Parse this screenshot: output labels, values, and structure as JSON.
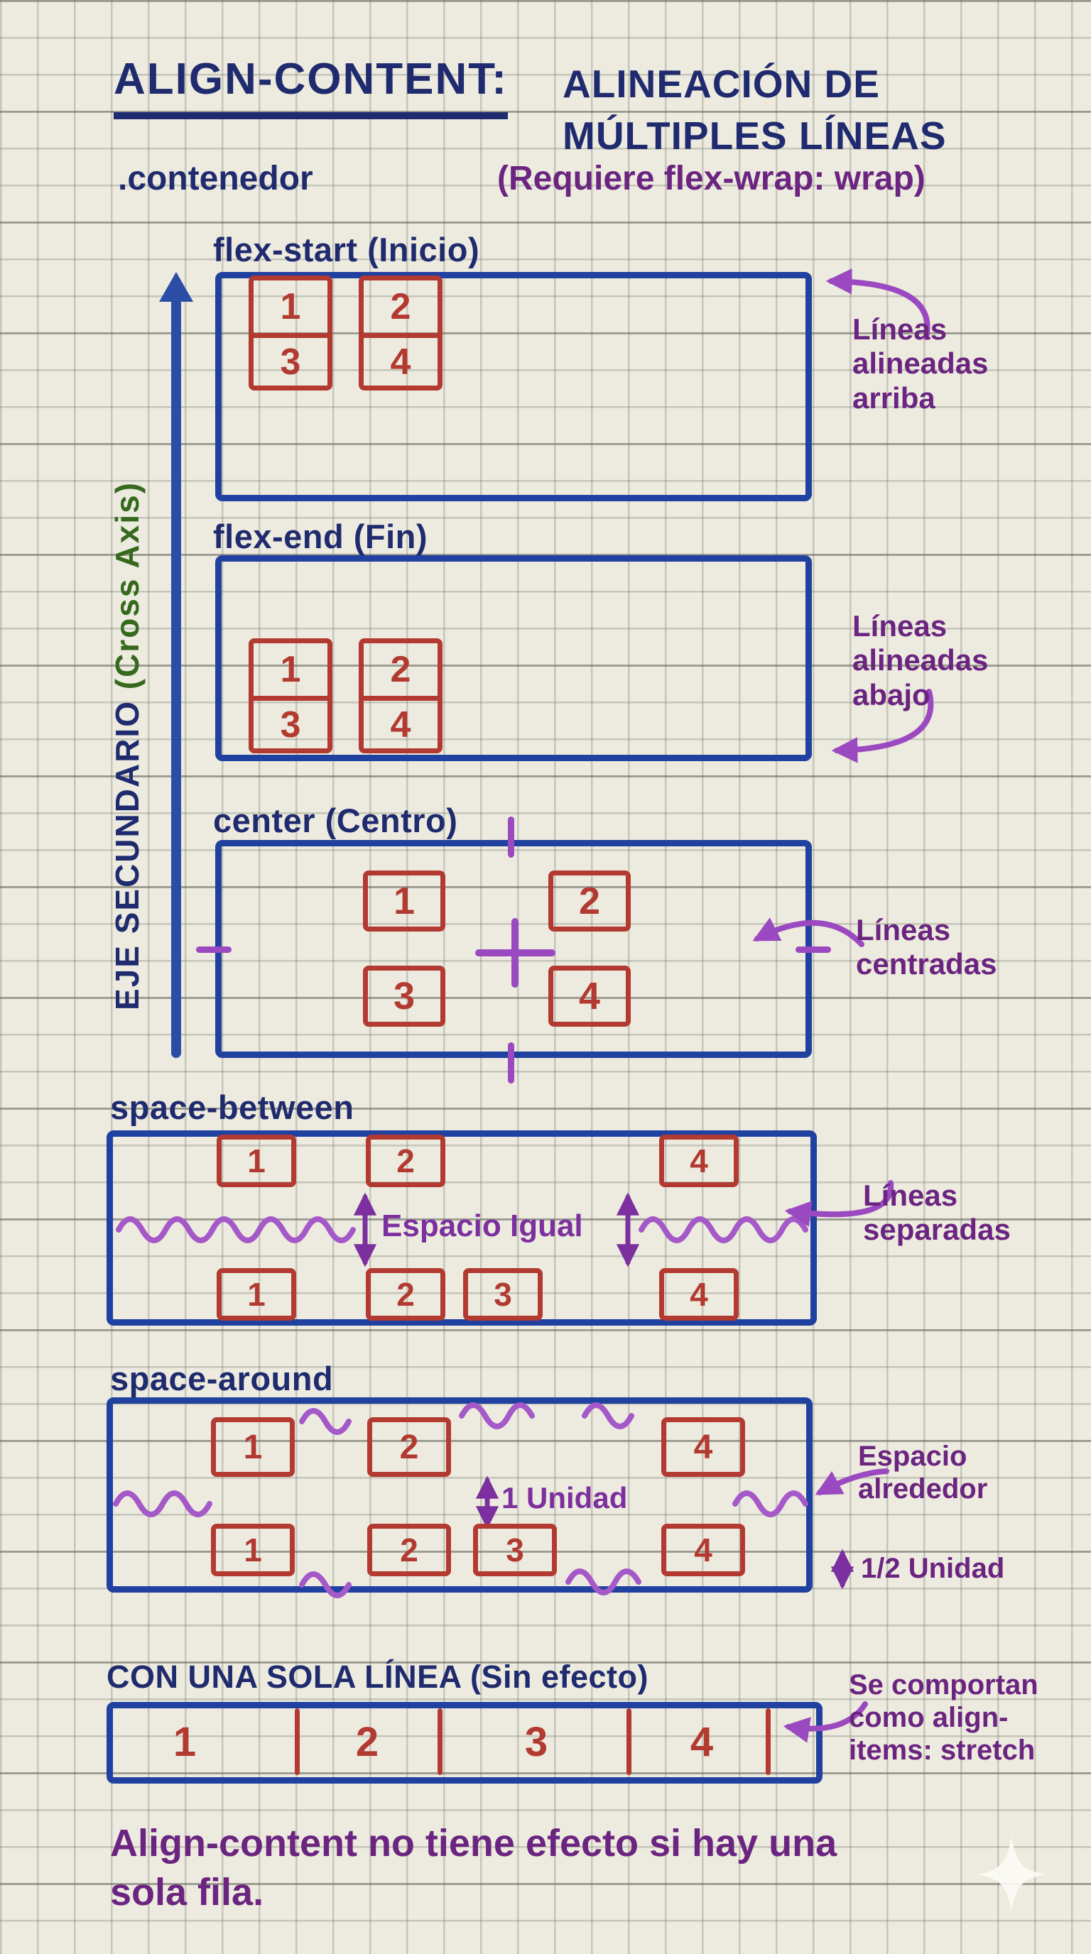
{
  "title": {
    "keyword": "ALIGN-CONTENT:",
    "description": "ALINEACIÓN DE\nMÚLTIPLES LÍNEAS"
  },
  "intro": {
    "selector": ".contenedor",
    "requirement": "(Requiere flex-wrap: wrap)"
  },
  "axis": {
    "primary": "EJE SECUNDARIO ",
    "secondary": "(Cross Axis)"
  },
  "flexstart": {
    "label": "flex-start (Inicio)",
    "items": [
      "1",
      "2",
      "3",
      "4"
    ],
    "annotation": "Líneas\nalineadas\narriba"
  },
  "flexend": {
    "label": "flex-end (Fin)",
    "items": [
      "1",
      "2",
      "3",
      "4"
    ],
    "annotation": "Líneas\nalineadas\nabajo"
  },
  "center": {
    "label": "center (Centro)",
    "items": [
      "1",
      "2",
      "3",
      "4"
    ],
    "annotation": "Líneas\ncentradas"
  },
  "spacebetween": {
    "label": "space-between",
    "top_items": [
      "1",
      "2",
      "4"
    ],
    "bottom_items": [
      "1",
      "2",
      "3",
      "4"
    ],
    "gap_label": "Espacio Igual",
    "annotation": "Líneas\nseparadas"
  },
  "spacearound": {
    "label": "space-around",
    "top_items": [
      "1",
      "2",
      "4"
    ],
    "bottom_items": [
      "1",
      "2",
      "3",
      "4"
    ],
    "gap_label": "1 Unidad",
    "half_gap_label": "1/2 Unidad",
    "annotation": "Espacio\nalrededor"
  },
  "singleline": {
    "label": "CON UNA SOLA LÍNEA (Sin efecto)",
    "items": [
      "1",
      "2",
      "3",
      "4"
    ],
    "annotation": "Se comportan\ncomo align-\nitems: stretch"
  },
  "footer": {
    "note": "Align-content no tiene efecto si hay una\nsola fila."
  },
  "colors": {
    "navy_text": "#1f2b6e",
    "container_blue": "#2141a0",
    "item_red": "#b23a31",
    "annotation_purple": "#6b2480",
    "squiggle_purple": "#a558c8",
    "arrow_purple": "#9b49c0",
    "green": "#36691e",
    "paper": "#edebdf"
  }
}
